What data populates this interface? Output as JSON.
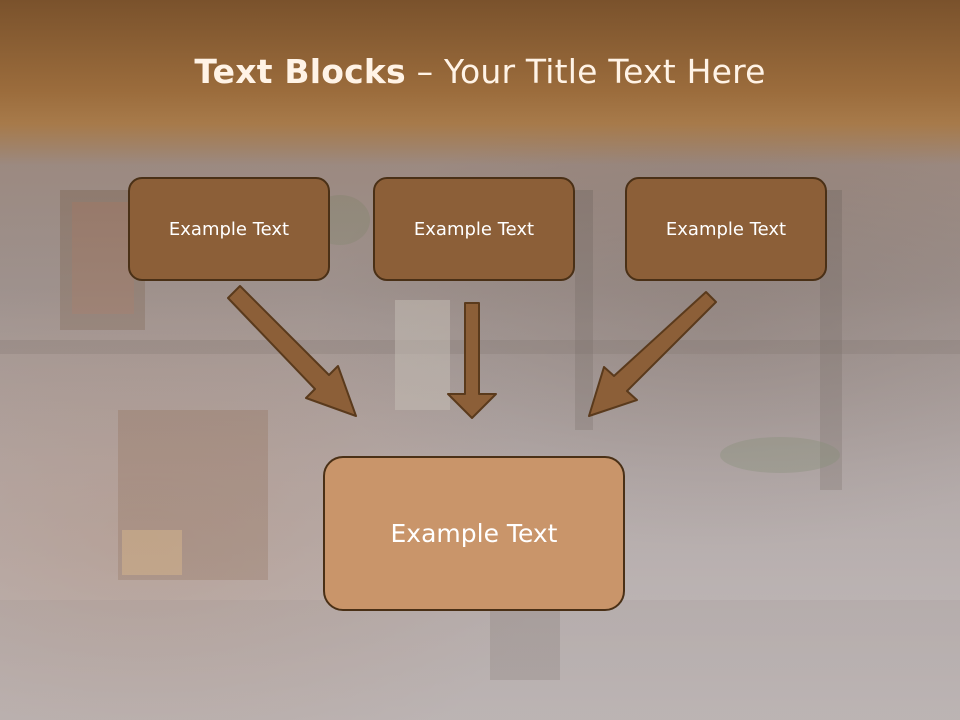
{
  "title": {
    "bold": "Text Blocks",
    "dash": " – ",
    "rest": "Your Title Text Here"
  },
  "boxes": [
    "Example Text",
    "Example Text",
    "Example Text"
  ],
  "center_box": "Example Text",
  "colors": {
    "header": "#9b6c3c",
    "box_dark": "#8c5f38",
    "box_light": "#c9956a",
    "border": "#4a3016",
    "arrow": "#8c5f38"
  }
}
